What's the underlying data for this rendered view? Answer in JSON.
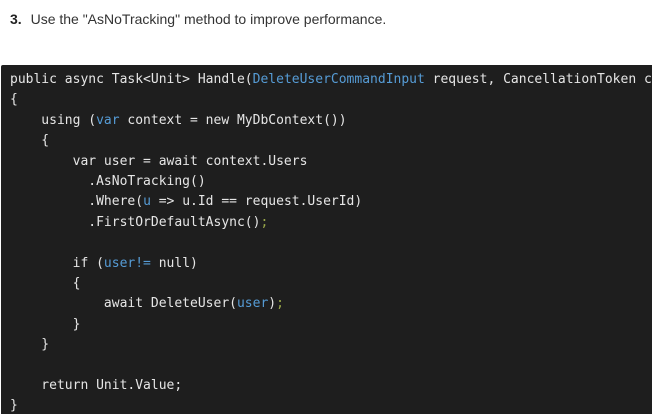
{
  "step": {
    "number": "3.",
    "text": "Use the \"AsNoTracking\" method to improve performance."
  },
  "code_block": {
    "language": "csharp",
    "colors": {
      "background": "#1e1e1e",
      "plain": "#e6e6e6",
      "highlight": "#569cd6",
      "semicolon": "#9aa84a"
    },
    "lines": [
      [
        {
          "t": "public async Task<Unit> Handle(",
          "c": "plain"
        },
        {
          "t": "DeleteUserCommandInput",
          "c": "type"
        },
        {
          "t": " request, CancellationToken cancellationToken)",
          "c": "plain"
        }
      ],
      [
        {
          "t": "{",
          "c": "plain"
        }
      ],
      [
        {
          "t": "    using (",
          "c": "plain"
        },
        {
          "t": "var",
          "c": "type"
        },
        {
          "t": " context = new MyDbContext())",
          "c": "plain"
        }
      ],
      [
        {
          "t": "    {",
          "c": "plain"
        }
      ],
      [
        {
          "t": "        var user = await context.Users",
          "c": "plain"
        }
      ],
      [
        {
          "t": "          .AsNoTracking()",
          "c": "plain"
        }
      ],
      [
        {
          "t": "          .Where(",
          "c": "plain"
        },
        {
          "t": "u",
          "c": "type"
        },
        {
          "t": " => u.Id == request.UserId)",
          "c": "plain"
        }
      ],
      [
        {
          "t": "          .FirstOrDefaultAsync()",
          "c": "plain"
        },
        {
          "t": ";",
          "c": "semi"
        }
      ],
      [],
      [
        {
          "t": "        if (",
          "c": "plain"
        },
        {
          "t": "user!=",
          "c": "type"
        },
        {
          "t": " null)",
          "c": "plain"
        }
      ],
      [
        {
          "t": "        {",
          "c": "plain"
        }
      ],
      [
        {
          "t": "            await DeleteUser(",
          "c": "plain"
        },
        {
          "t": "user",
          "c": "type"
        },
        {
          "t": ")",
          "c": "plain"
        },
        {
          "t": ";",
          "c": "semi"
        }
      ],
      [
        {
          "t": "        }",
          "c": "plain"
        }
      ],
      [
        {
          "t": "    }",
          "c": "plain"
        }
      ],
      [],
      [
        {
          "t": "    return Unit.Value;",
          "c": "plain"
        }
      ],
      [
        {
          "t": "}",
          "c": "plain"
        }
      ]
    ]
  }
}
